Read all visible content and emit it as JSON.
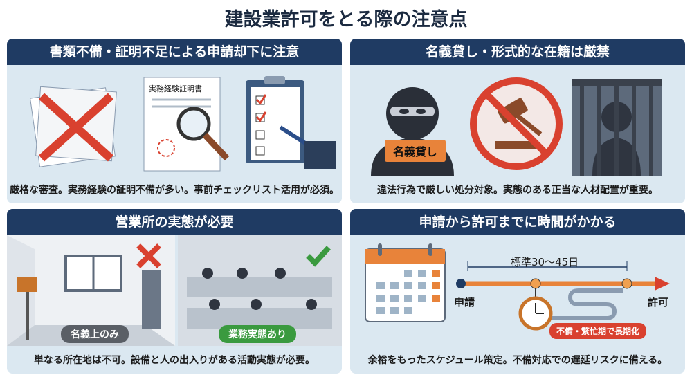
{
  "title": "建設業許可をとる際の注意点",
  "panels": [
    {
      "heading": "書類不備・証明不足による申請却下に注意",
      "doc_label": "実務経験証明書",
      "caption": "厳格な審査。実務経験の証明不備が多い。事前チェックリスト活用が必須。"
    },
    {
      "heading": "名義貸し・形式的な在籍は厳禁",
      "badge": "名義貸し",
      "caption": "違法行為で厳しい処分対象。実態のある正当な人材配置が重要。"
    },
    {
      "heading": "営業所の実態が必要",
      "bad_label": "名義上のみ",
      "good_label": "業務実態あり",
      "caption": "単なる所在地は不可。設備と人の出入りがある活動実態が必要。"
    },
    {
      "heading": "申請から許可までに時間がかかる",
      "span_label": "標準30〜45日",
      "start_label": "申請",
      "end_label": "許可",
      "delay_label": "不備・繁忙期で長期化",
      "caption": "余裕をもったスケジュール策定。不備対応での遅延リスクに備える。"
    }
  ],
  "colors": {
    "header": "#1f3b63",
    "panel": "#dbe8f1",
    "accent": "#e8833a",
    "red": "#d9412f",
    "green": "#3a9a3f"
  }
}
